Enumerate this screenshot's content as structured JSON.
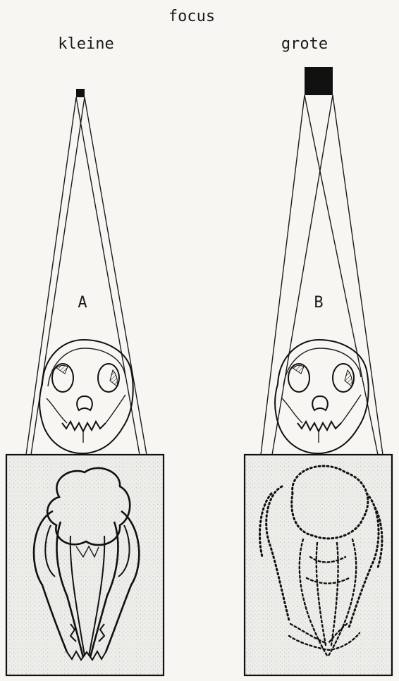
{
  "labels": {
    "heading": "focus",
    "left_column": "kleine",
    "right_column": "grote",
    "panel_a": "A",
    "panel_b": "B"
  },
  "colors": {
    "ink": "#111111",
    "paper": "#f7f6f2",
    "film": "#ebebe6"
  }
}
